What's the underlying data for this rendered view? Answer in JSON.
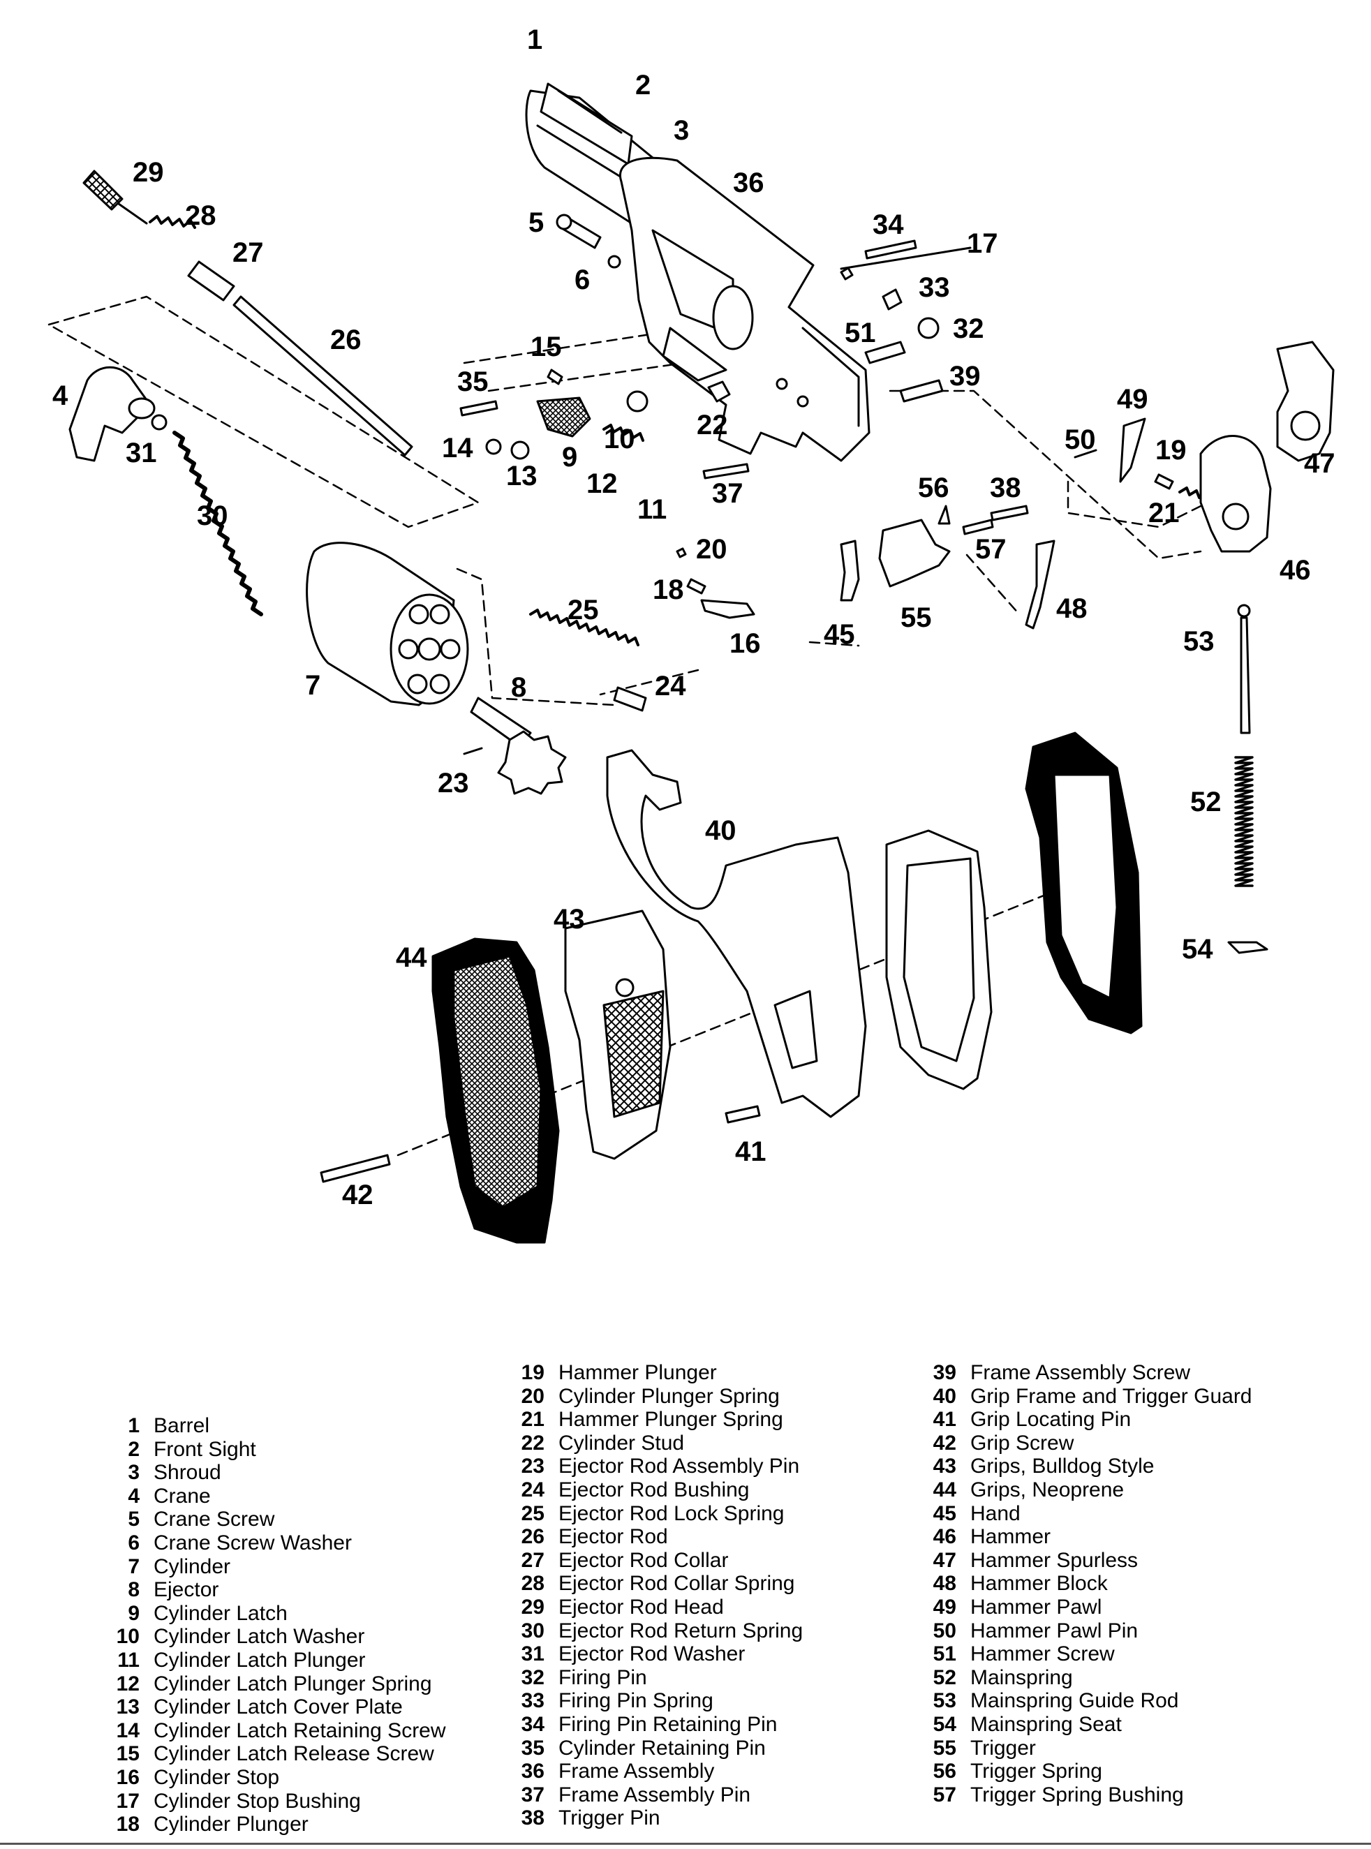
{
  "callouts": {
    "c1": "1",
    "c2": "2",
    "c3": "3",
    "c4": "4",
    "c5": "5",
    "c6": "6",
    "c7": "7",
    "c8": "8",
    "c9": "9",
    "c10": "10",
    "c11": "11",
    "c12": "12",
    "c13": "13",
    "c14": "14",
    "c15": "15",
    "c16": "16",
    "c17": "17",
    "c18": "18",
    "c19": "19",
    "c20": "20",
    "c21": "21",
    "c22": "22",
    "c23": "23",
    "c24": "24",
    "c25": "25",
    "c26": "26",
    "c27": "27",
    "c28": "28",
    "c29": "29",
    "c30": "30",
    "c31": "31",
    "c32": "32",
    "c33": "33",
    "c34": "34",
    "c35": "35",
    "c36": "36",
    "c37": "37",
    "c38": "38",
    "c39": "39",
    "c40": "40",
    "c41": "41",
    "c42": "42",
    "c43": "43",
    "c44": "44",
    "c45": "45",
    "c46": "46",
    "c47": "47",
    "c48": "48",
    "c49": "49",
    "c50": "50",
    "c51": "51",
    "c52": "52",
    "c53": "53",
    "c54": "54",
    "c55": "55",
    "c56": "56",
    "c57": "57"
  },
  "legend": {
    "col1": [
      {
        "num": "1",
        "label": "Barrel"
      },
      {
        "num": "2",
        "label": "Front Sight"
      },
      {
        "num": "3",
        "label": "Shroud"
      },
      {
        "num": "4",
        "label": "Crane"
      },
      {
        "num": "5",
        "label": "Crane Screw"
      },
      {
        "num": "6",
        "label": "Crane Screw Washer"
      },
      {
        "num": "7",
        "label": "Cylinder"
      },
      {
        "num": "8",
        "label": "Ejector"
      },
      {
        "num": "9",
        "label": "Cylinder Latch"
      },
      {
        "num": "10",
        "label": "Cylinder Latch Washer"
      },
      {
        "num": "11",
        "label": "Cylinder Latch Plunger"
      },
      {
        "num": "12",
        "label": "Cylinder Latch Plunger Spring"
      },
      {
        "num": "13",
        "label": "Cylinder Latch Cover Plate"
      },
      {
        "num": "14",
        "label": "Cylinder Latch Retaining Screw"
      },
      {
        "num": "15",
        "label": "Cylinder Latch Release Screw"
      },
      {
        "num": "16",
        "label": "Cylinder Stop"
      },
      {
        "num": "17",
        "label": "Cylinder Stop Bushing"
      },
      {
        "num": "18",
        "label": "Cylinder Plunger"
      }
    ],
    "col2": [
      {
        "num": "19",
        "label": "Hammer Plunger"
      },
      {
        "num": "20",
        "label": "Cylinder Plunger Spring"
      },
      {
        "num": "21",
        "label": "Hammer Plunger Spring"
      },
      {
        "num": "22",
        "label": "Cylinder Stud"
      },
      {
        "num": "23",
        "label": "Ejector Rod Assembly Pin"
      },
      {
        "num": "24",
        "label": "Ejector Rod Bushing"
      },
      {
        "num": "25",
        "label": "Ejector Rod Lock Spring"
      },
      {
        "num": "26",
        "label": "Ejector Rod"
      },
      {
        "num": "27",
        "label": "Ejector Rod Collar"
      },
      {
        "num": "28",
        "label": "Ejector Rod Collar Spring"
      },
      {
        "num": "29",
        "label": "Ejector Rod Head"
      },
      {
        "num": "30",
        "label": "Ejector Rod Return Spring"
      },
      {
        "num": "31",
        "label": "Ejector Rod Washer"
      },
      {
        "num": "32",
        "label": "Firing Pin"
      },
      {
        "num": "33",
        "label": "Firing Pin Spring"
      },
      {
        "num": "34",
        "label": "Firing Pin Retaining Pin"
      },
      {
        "num": "35",
        "label": "Cylinder Retaining Pin"
      },
      {
        "num": "36",
        "label": "Frame Assembly"
      },
      {
        "num": "37",
        "label": "Frame Assembly Pin"
      },
      {
        "num": "38",
        "label": "Trigger Pin"
      }
    ],
    "col3": [
      {
        "num": "39",
        "label": "Frame Assembly Screw"
      },
      {
        "num": "40",
        "label": "Grip Frame and Trigger Guard"
      },
      {
        "num": "41",
        "label": "Grip Locating Pin"
      },
      {
        "num": "42",
        "label": "Grip Screw"
      },
      {
        "num": "43",
        "label": "Grips, Bulldog Style"
      },
      {
        "num": "44",
        "label": "Grips, Neoprene"
      },
      {
        "num": "45",
        "label": "Hand"
      },
      {
        "num": "46",
        "label": "Hammer"
      },
      {
        "num": "47",
        "label": "Hammer Spurless"
      },
      {
        "num": "48",
        "label": "Hammer Block"
      },
      {
        "num": "49",
        "label": "Hammer Pawl"
      },
      {
        "num": "50",
        "label": "Hammer Pawl Pin"
      },
      {
        "num": "51",
        "label": "Hammer Screw"
      },
      {
        "num": "52",
        "label": "Mainspring"
      },
      {
        "num": "53",
        "label": "Mainspring Guide Rod"
      },
      {
        "num": "54",
        "label": "Mainspring Seat"
      },
      {
        "num": "55",
        "label": "Trigger"
      },
      {
        "num": "56",
        "label": "Trigger Spring"
      },
      {
        "num": "57",
        "label": "Trigger Spring Bushing"
      }
    ]
  }
}
